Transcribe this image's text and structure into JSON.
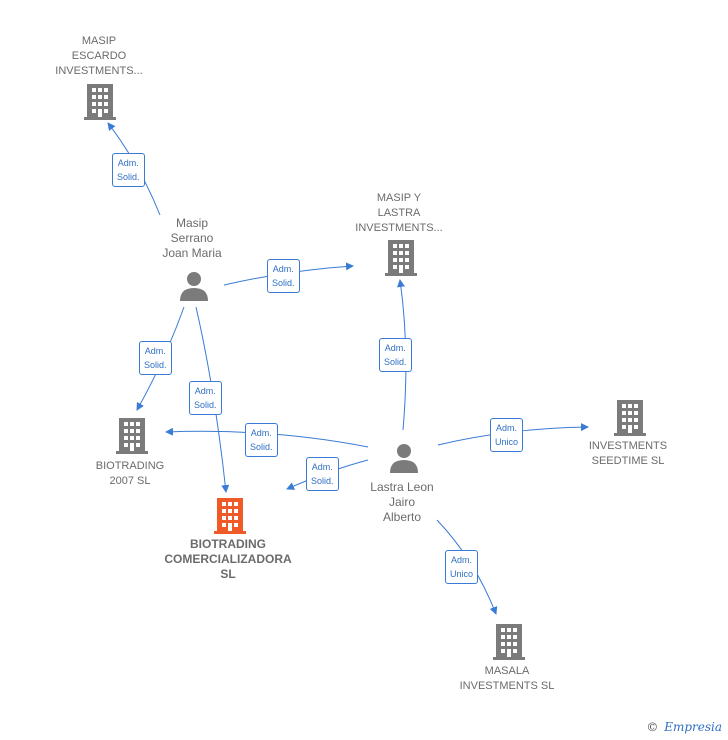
{
  "colors": {
    "edge": "#3a7bd5",
    "node": "#7b7b7b",
    "focus": "#f05a28"
  },
  "nodes": {
    "masip_escardo": {
      "label": "MASIP\nESCARDO\nINVESTMENTS...",
      "icon": "building-icon"
    },
    "masip_y_lastra": {
      "label": "MASIP Y\nLASTRA\nINVESTMENTS...",
      "icon": "building-icon"
    },
    "masip_serrano": {
      "label": "Masip\nSerrano\nJoan Maria",
      "icon": "person-icon"
    },
    "biotrading_2007": {
      "label": "BIOTRADING\n2007  SL",
      "icon": "building-icon"
    },
    "biotrading_comercializadora": {
      "label": "BIOTRADING\nCOMERCIALIZADORA\nSL",
      "icon": "building-icon"
    },
    "lastra_leon": {
      "label": "Lastra Leon\nJairo\nAlberto",
      "icon": "person-icon"
    },
    "investments_seedtime": {
      "label": "INVESTMENTS\nSEEDTIME  SL",
      "icon": "building-icon"
    },
    "masala_investments": {
      "label": "MASALA\nINVESTMENTS SL",
      "icon": "building-icon"
    }
  },
  "edges": {
    "e1": "Adm.\nSolid.",
    "e2": "Adm.\nSolid.",
    "e3": "Adm.\nSolid.",
    "e4": "Adm.\nSolid.",
    "e5": "Adm.\nSolid.",
    "e6": "Adm.\nSolid.",
    "e7": "Adm.\nSolid.",
    "e8": "Adm.\nUnico",
    "e9": "Adm.\nUnico"
  },
  "footer": {
    "copyright": "©",
    "brand": "Empresia"
  }
}
